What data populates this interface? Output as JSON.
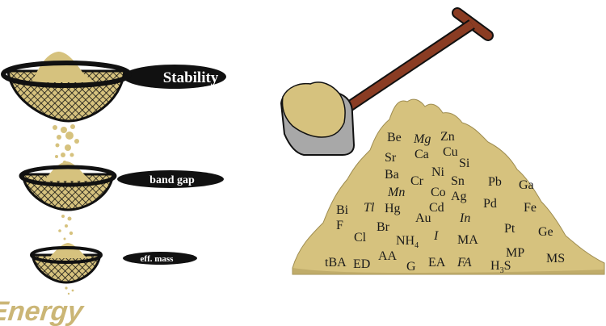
{
  "colors": {
    "sand": "#d6c27e",
    "sand_dark": "#b7a362",
    "sieve_black": "#111111",
    "shovel_handle": "#8a3c23",
    "shovel_blade": "#a8a8a8",
    "energy_text": "#cbb676"
  },
  "sieves": [
    {
      "label": "Stability"
    },
    {
      "label": "band gap"
    },
    {
      "label": "eff. mass"
    }
  ],
  "output_label": "Energy",
  "shovel": {
    "icon": "shovel-icon"
  },
  "elements": [
    "Be",
    "Mg",
    "Zn",
    "Sr",
    "Ca",
    "Cu",
    "Si",
    "Ba",
    "Ni",
    "Cr",
    "Sn",
    "Pb",
    "Ga",
    "Mn",
    "Co",
    "Ag",
    "Pd",
    "Fe",
    "Bi",
    "Tl",
    "Hg",
    "Cd",
    "Au",
    "In",
    "F",
    "Br",
    "Pt",
    "Ge",
    "Cl",
    "NH",
    "I",
    "MA",
    "MP",
    "AA",
    "MS",
    "tBA",
    "ED",
    "G",
    "EA",
    "FA",
    "H",
    "S"
  ],
  "subscripts": {
    "nh4": "4",
    "h3s": "3"
  }
}
